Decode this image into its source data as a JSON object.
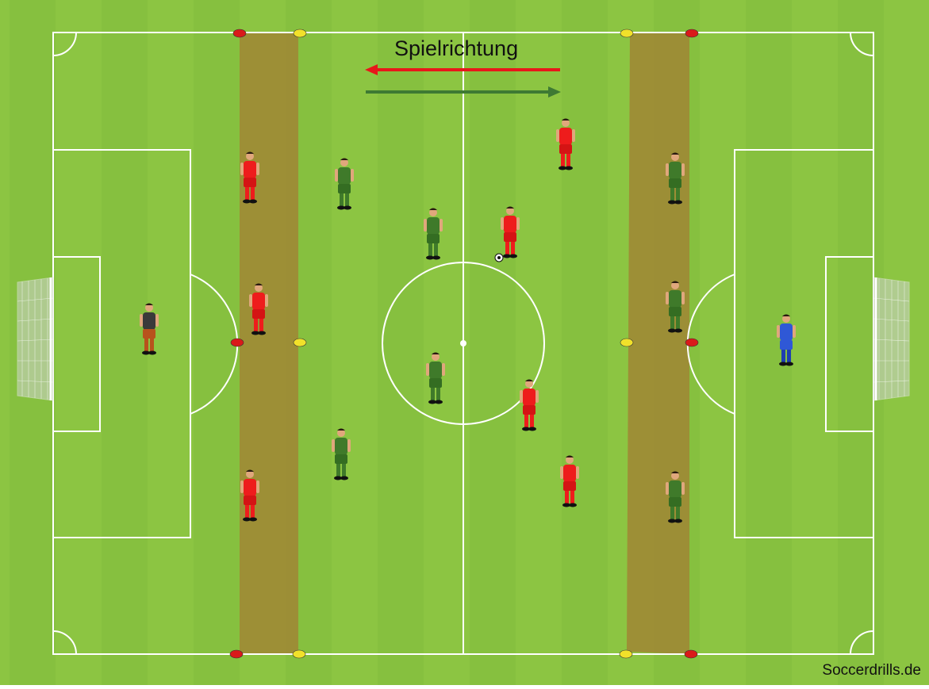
{
  "title": "Spielrichtung",
  "watermark": "Soccerdrills.de",
  "colors": {
    "grass_light": "#8cc542",
    "grass_dark": "#7fba3c",
    "zone": "#9e8a35",
    "red_team": "#ee1c1c",
    "green_team": "#3f7a2a",
    "arrow_red": "#e8171a",
    "arrow_green": "#3e7a33",
    "cone_red": "#d91a1a",
    "cone_yellow": "#f1e12a"
  },
  "players": {
    "red": [
      "red-player",
      "red-player",
      "red-player",
      "red-player",
      "red-player",
      "red-player",
      "red-player"
    ],
    "green": [
      "green-player",
      "green-player",
      "green-player",
      "green-player",
      "green-player",
      "green-player",
      "green-player"
    ],
    "keepers": [
      "goalkeeper-left",
      "goalkeeper-right"
    ]
  },
  "icons": [
    "soccer-ball-icon",
    "goal-icon",
    "cone-icon",
    "arrow-icon"
  ]
}
